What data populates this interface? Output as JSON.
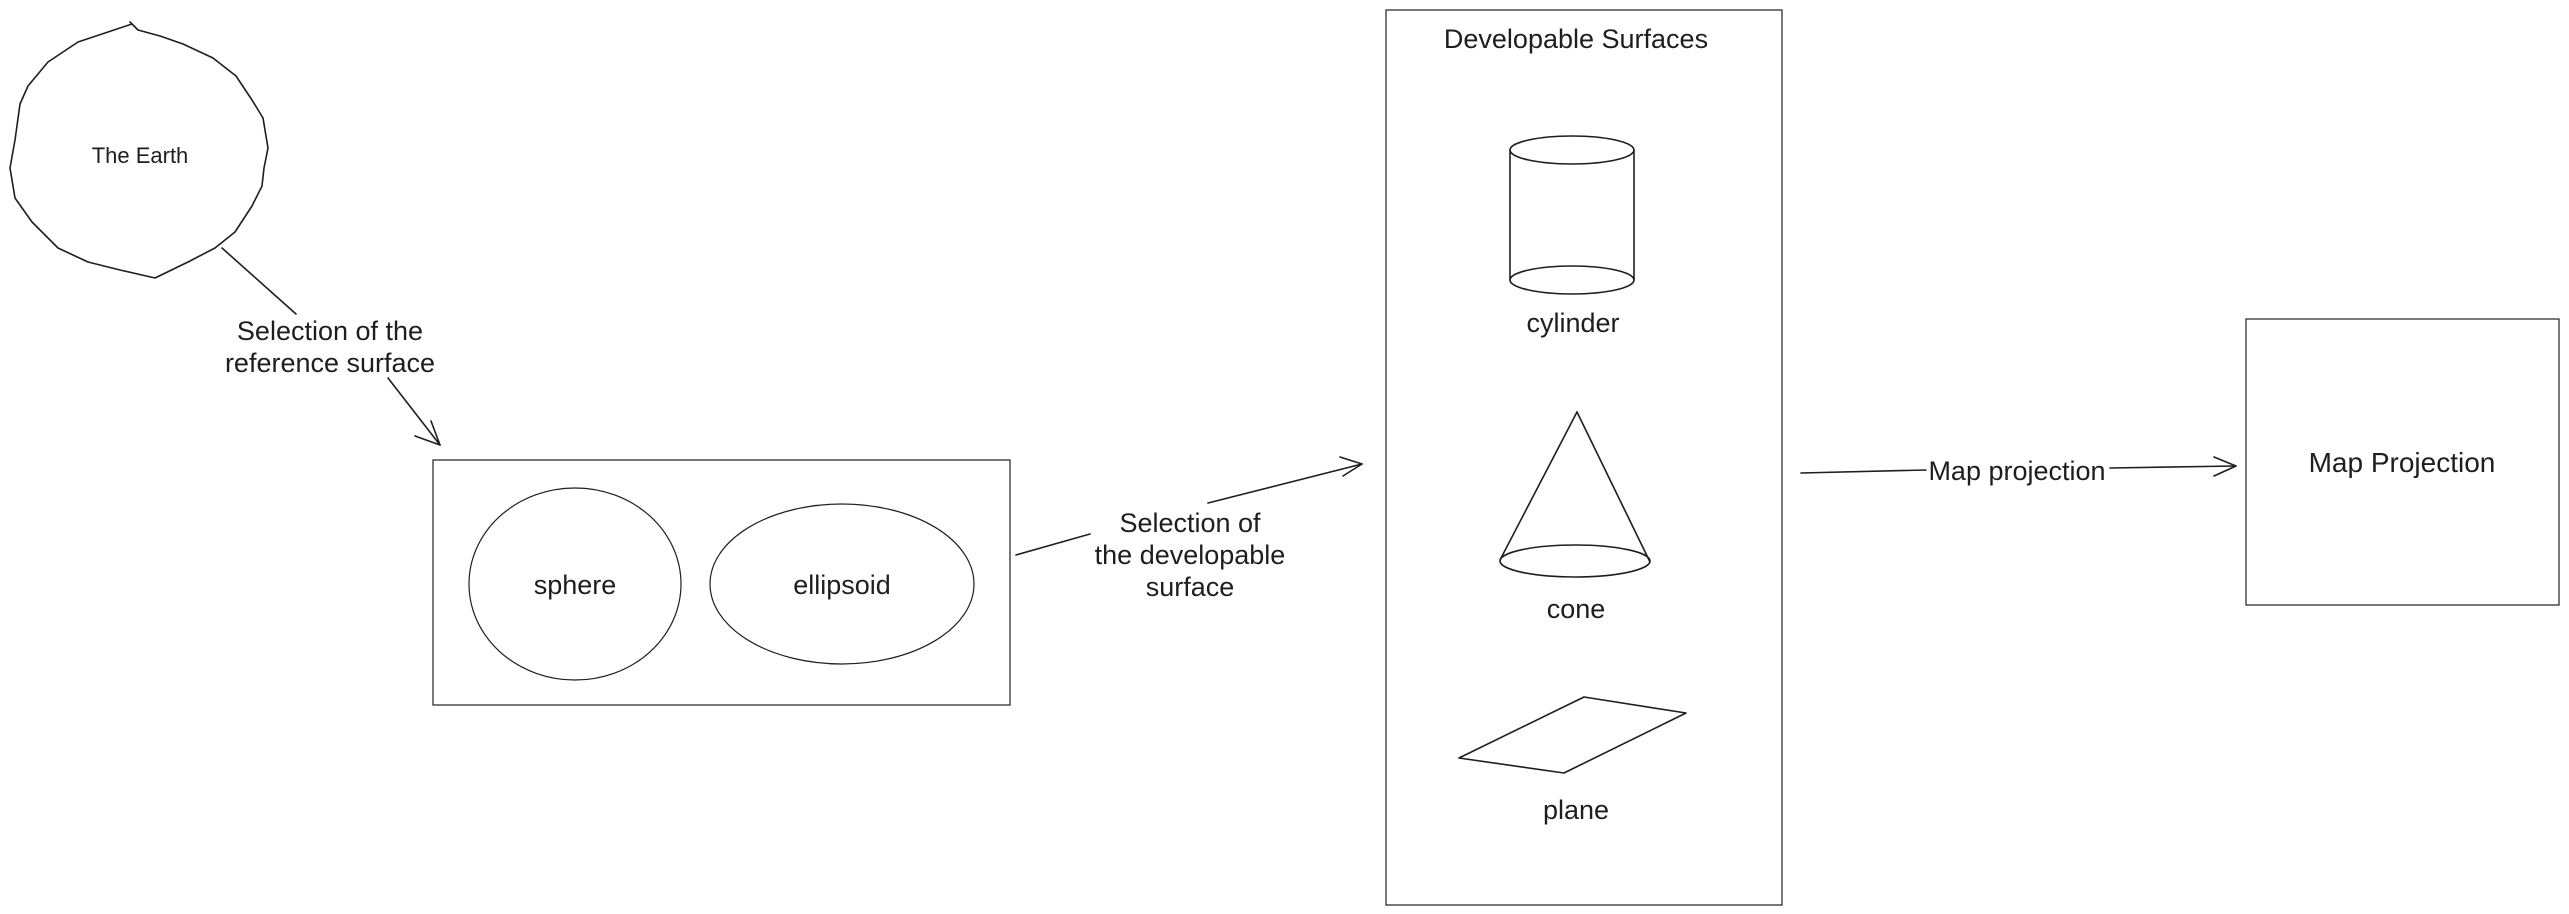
{
  "earth": {
    "label": "The Earth"
  },
  "reference_arrow": {
    "line1": "Selection of the",
    "line2": "reference surface"
  },
  "reference_surfaces": {
    "sphere": "sphere",
    "ellipsoid": "ellipsoid"
  },
  "developable_arrow": {
    "line1": "Selection of",
    "line2": "the developable",
    "line3": "surface"
  },
  "developable_surfaces": {
    "title": "Developable Surfaces",
    "cylinder": "cylinder",
    "cone": "cone",
    "plane": "plane"
  },
  "projection_arrow": {
    "label": "Map projection"
  },
  "map_projection": {
    "label": "Map Projection"
  }
}
